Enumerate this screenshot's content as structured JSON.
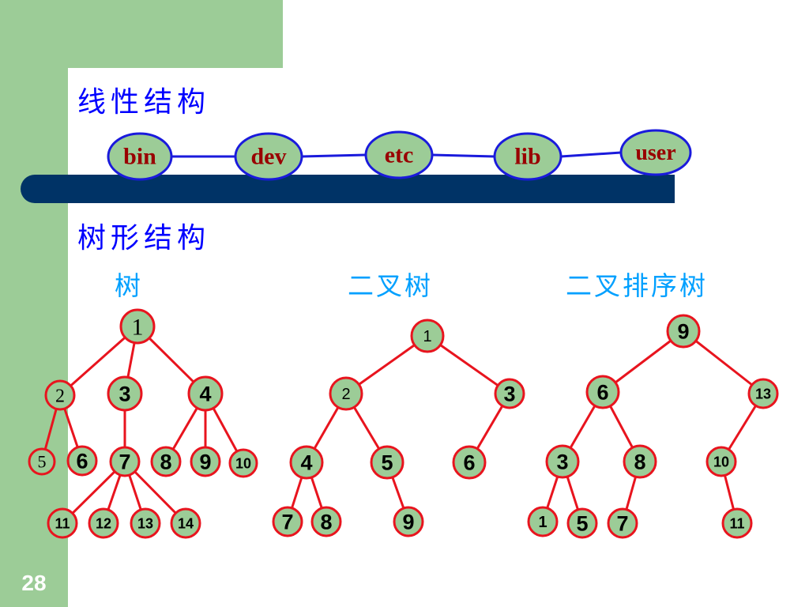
{
  "headings": {
    "linear": "线性结构",
    "tree_structures": "树形结构",
    "tree": "树",
    "binary_tree": "二叉树",
    "bst": "二叉排序树"
  },
  "page_number": "28",
  "colors": {
    "background_accent": "#9ccc97",
    "bar": "#003366",
    "heading": "#0000ff",
    "subheading": "#00a0ff",
    "node_fill": "#9ccc97",
    "tree_stroke": "#e8141e",
    "list_stroke": "#1a1adc",
    "list_text": "#990000",
    "node_text": "#000000"
  },
  "linear_list": [
    "bin",
    "dev",
    "etc",
    "lib",
    "user"
  ],
  "trees": [
    {
      "name": "tree",
      "nodes": [
        "1",
        "2",
        "3",
        "4",
        "5",
        "6",
        "7",
        "8",
        "9",
        "10",
        "11",
        "12",
        "13",
        "14"
      ],
      "edges": [
        [
          "1",
          "2"
        ],
        [
          "1",
          "3"
        ],
        [
          "1",
          "4"
        ],
        [
          "2",
          "5"
        ],
        [
          "2",
          "6"
        ],
        [
          "3",
          "7"
        ],
        [
          "4",
          "8"
        ],
        [
          "4",
          "9"
        ],
        [
          "4",
          "10"
        ],
        [
          "7",
          "11"
        ],
        [
          "7",
          "12"
        ],
        [
          "7",
          "13"
        ],
        [
          "7",
          "14"
        ]
      ]
    },
    {
      "name": "binary_tree",
      "nodes": [
        "1",
        "2",
        "3",
        "4",
        "5",
        "6",
        "7",
        "8",
        "9"
      ],
      "edges": [
        [
          "1",
          "2"
        ],
        [
          "1",
          "3"
        ],
        [
          "2",
          "4"
        ],
        [
          "2",
          "5"
        ],
        [
          "3",
          "6"
        ],
        [
          "4",
          "7"
        ],
        [
          "4",
          "8"
        ],
        [
          "5",
          "9"
        ]
      ]
    },
    {
      "name": "bst",
      "nodes": [
        "9",
        "6",
        "13",
        "3",
        "8",
        "10",
        "1",
        "5",
        "7",
        "11"
      ],
      "edges": [
        [
          "9",
          "6"
        ],
        [
          "9",
          "13"
        ],
        [
          "6",
          "3"
        ],
        [
          "6",
          "8"
        ],
        [
          "13",
          "10"
        ],
        [
          "3",
          "1"
        ],
        [
          "3",
          "5"
        ],
        [
          "8",
          "7"
        ],
        [
          "10",
          "11"
        ]
      ]
    }
  ]
}
